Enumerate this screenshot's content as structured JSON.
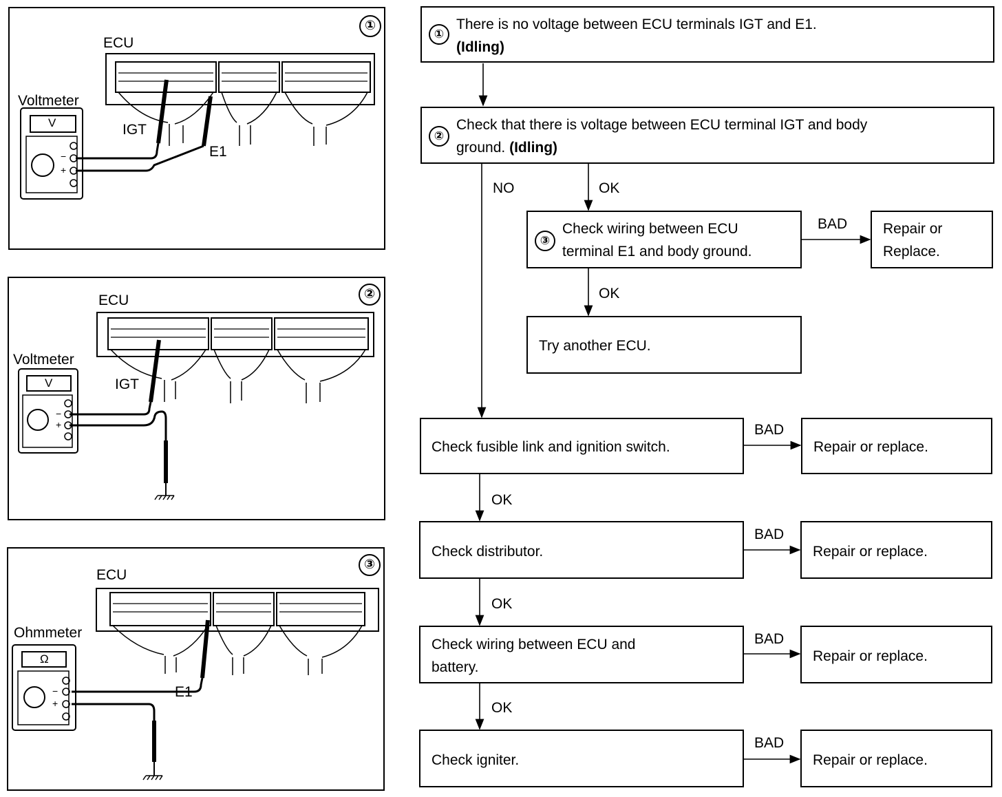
{
  "panels": [
    {
      "number": "①",
      "ecu_label": "ECU",
      "meter_label": "Voltmeter",
      "meter_symbol": "V",
      "probe_labels": [
        "IGT",
        "E1"
      ]
    },
    {
      "number": "②",
      "ecu_label": "ECU",
      "meter_label": "Voltmeter",
      "meter_symbol": "V",
      "probe_labels": [
        "IGT"
      ]
    },
    {
      "number": "③",
      "ecu_label": "ECU",
      "meter_label": "Ohmmeter",
      "meter_symbol": "Ω",
      "probe_labels": [
        "E1"
      ]
    }
  ],
  "meter_terminal_signs": {
    "minus": "−",
    "plus": "+"
  },
  "flow": {
    "step1": {
      "number": "①",
      "line1": "There is no voltage between ECU terminals IGT and E1.",
      "line2": "(Idling)"
    },
    "step2": {
      "number": "②",
      "line1": "Check that there is voltage between ECU terminal IGT and body",
      "line2_text": "ground.",
      "line2_bold": "(Idling)"
    },
    "step3": {
      "number": "③",
      "line1": "Check wiring between ECU",
      "line2": "terminal E1 and body ground."
    },
    "step3_bad": {
      "line1": "Repair or",
      "line2": "Replace."
    },
    "try_ecu": "Try another ECU.",
    "fusible": "Check fusible link and ignition switch.",
    "distributor": "Check distributor.",
    "wiring_battery": {
      "line1": "Check wiring between ECU and",
      "line2": "battery."
    },
    "igniter": "Check igniter.",
    "repair": "Repair or replace.",
    "labels": {
      "no": "NO",
      "ok": "OK",
      "bad": "BAD"
    }
  }
}
